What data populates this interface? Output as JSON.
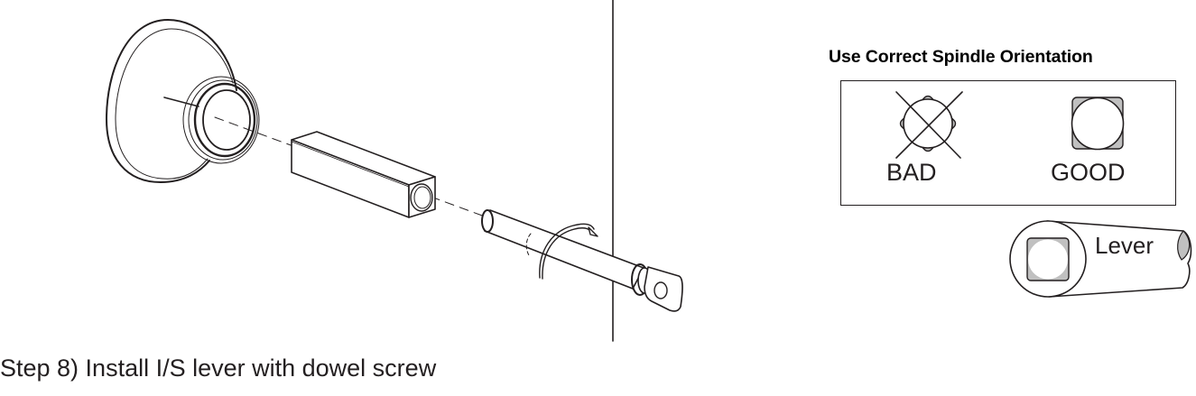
{
  "figure": {
    "caption": "Step 8)  Install I/S lever with dowel screw",
    "components": [
      "rose-escutcheon",
      "square-spindle",
      "lever-with-dowel-screw",
      "door-edge-line",
      "rotation-arrow"
    ]
  },
  "orientation_panel": {
    "heading": "Use Correct Spindle Orientation",
    "bad_label": "BAD",
    "good_label": "GOOD",
    "lever_label": "Lever"
  },
  "colors": {
    "line": "#231f20",
    "fill_gray": "#c0c0c0",
    "background": "#ffffff"
  }
}
